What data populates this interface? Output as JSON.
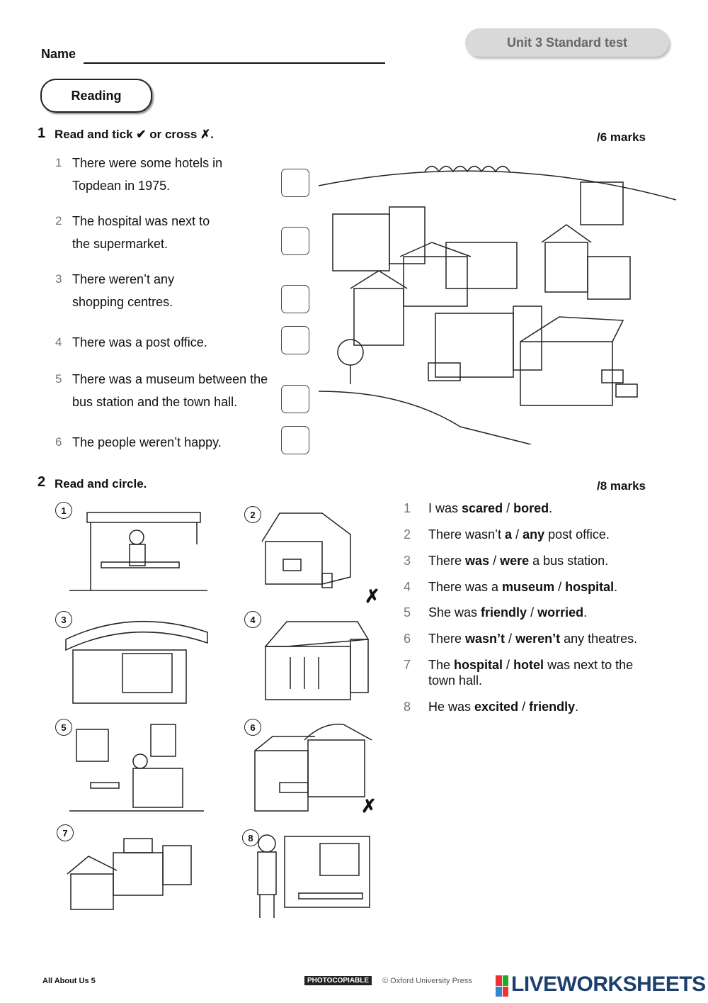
{
  "header": {
    "unit": "Unit 3 Standard test",
    "name_label": "Name",
    "reading": "Reading"
  },
  "section1": {
    "number": "1",
    "title": "Read and tick ✔ or cross ✗.",
    "marks": "/6 marks",
    "items": [
      {
        "n": "1",
        "text": "There were some hotels in Topdean in 1975."
      },
      {
        "n": "2",
        "text": "The hospital was next to the supermarket."
      },
      {
        "n": "3",
        "text": "There weren’t any shopping centres."
      },
      {
        "n": "4",
        "text": "There was a post office."
      },
      {
        "n": "5",
        "text": "There was a museum between the bus station and the town hall."
      },
      {
        "n": "6",
        "text": "The people weren’t happy."
      }
    ]
  },
  "section2": {
    "number": "2",
    "title": "Read and circle.",
    "marks": "/8 marks",
    "pictures": [
      "1",
      "2",
      "3",
      "4",
      "5",
      "6",
      "7",
      "8"
    ],
    "cross": "✗",
    "sentences": [
      {
        "n": "1",
        "parts": [
          [
            "I was ",
            0
          ],
          [
            "scared",
            1
          ],
          [
            " / ",
            0
          ],
          [
            "bored",
            1
          ],
          [
            ".",
            0
          ]
        ]
      },
      {
        "n": "2",
        "parts": [
          [
            "There wasn’t ",
            0
          ],
          [
            "a",
            1
          ],
          [
            " / ",
            0
          ],
          [
            "any",
            1
          ],
          [
            " post office.",
            0
          ]
        ]
      },
      {
        "n": "3",
        "parts": [
          [
            "There ",
            0
          ],
          [
            "was",
            1
          ],
          [
            " / ",
            0
          ],
          [
            "were",
            1
          ],
          [
            " a bus station.",
            0
          ]
        ]
      },
      {
        "n": "4",
        "parts": [
          [
            "There was a ",
            0
          ],
          [
            "museum",
            1
          ],
          [
            " / ",
            0
          ],
          [
            "hospital",
            1
          ],
          [
            ".",
            0
          ]
        ]
      },
      {
        "n": "5",
        "parts": [
          [
            "She was ",
            0
          ],
          [
            "friendly",
            1
          ],
          [
            " / ",
            0
          ],
          [
            "worried",
            1
          ],
          [
            ".",
            0
          ]
        ]
      },
      {
        "n": "6",
        "parts": [
          [
            "There ",
            0
          ],
          [
            "wasn’t",
            1
          ],
          [
            " / ",
            0
          ],
          [
            "weren’t",
            1
          ],
          [
            " any theatres.",
            0
          ]
        ]
      },
      {
        "n": "7",
        "parts": [
          [
            "The ",
            0
          ],
          [
            "hospital",
            1
          ],
          [
            " / ",
            0
          ],
          [
            "hotel",
            1
          ],
          [
            " was next to the town hall.",
            0
          ]
        ]
      },
      {
        "n": "8",
        "parts": [
          [
            "He was ",
            0
          ],
          [
            "excited",
            1
          ],
          [
            " / ",
            0
          ],
          [
            "friendly",
            1
          ],
          [
            ".",
            0
          ]
        ]
      }
    ]
  },
  "footer": {
    "book": "All About Us 5",
    "photocopiable": "PHOTOCOPIABLE",
    "copyright": "© Oxford University Press",
    "watermark": "LIVEWORKSHEETS"
  },
  "colors": {
    "watermark": "#1c3f6e",
    "pill": "#d9d9d9"
  }
}
